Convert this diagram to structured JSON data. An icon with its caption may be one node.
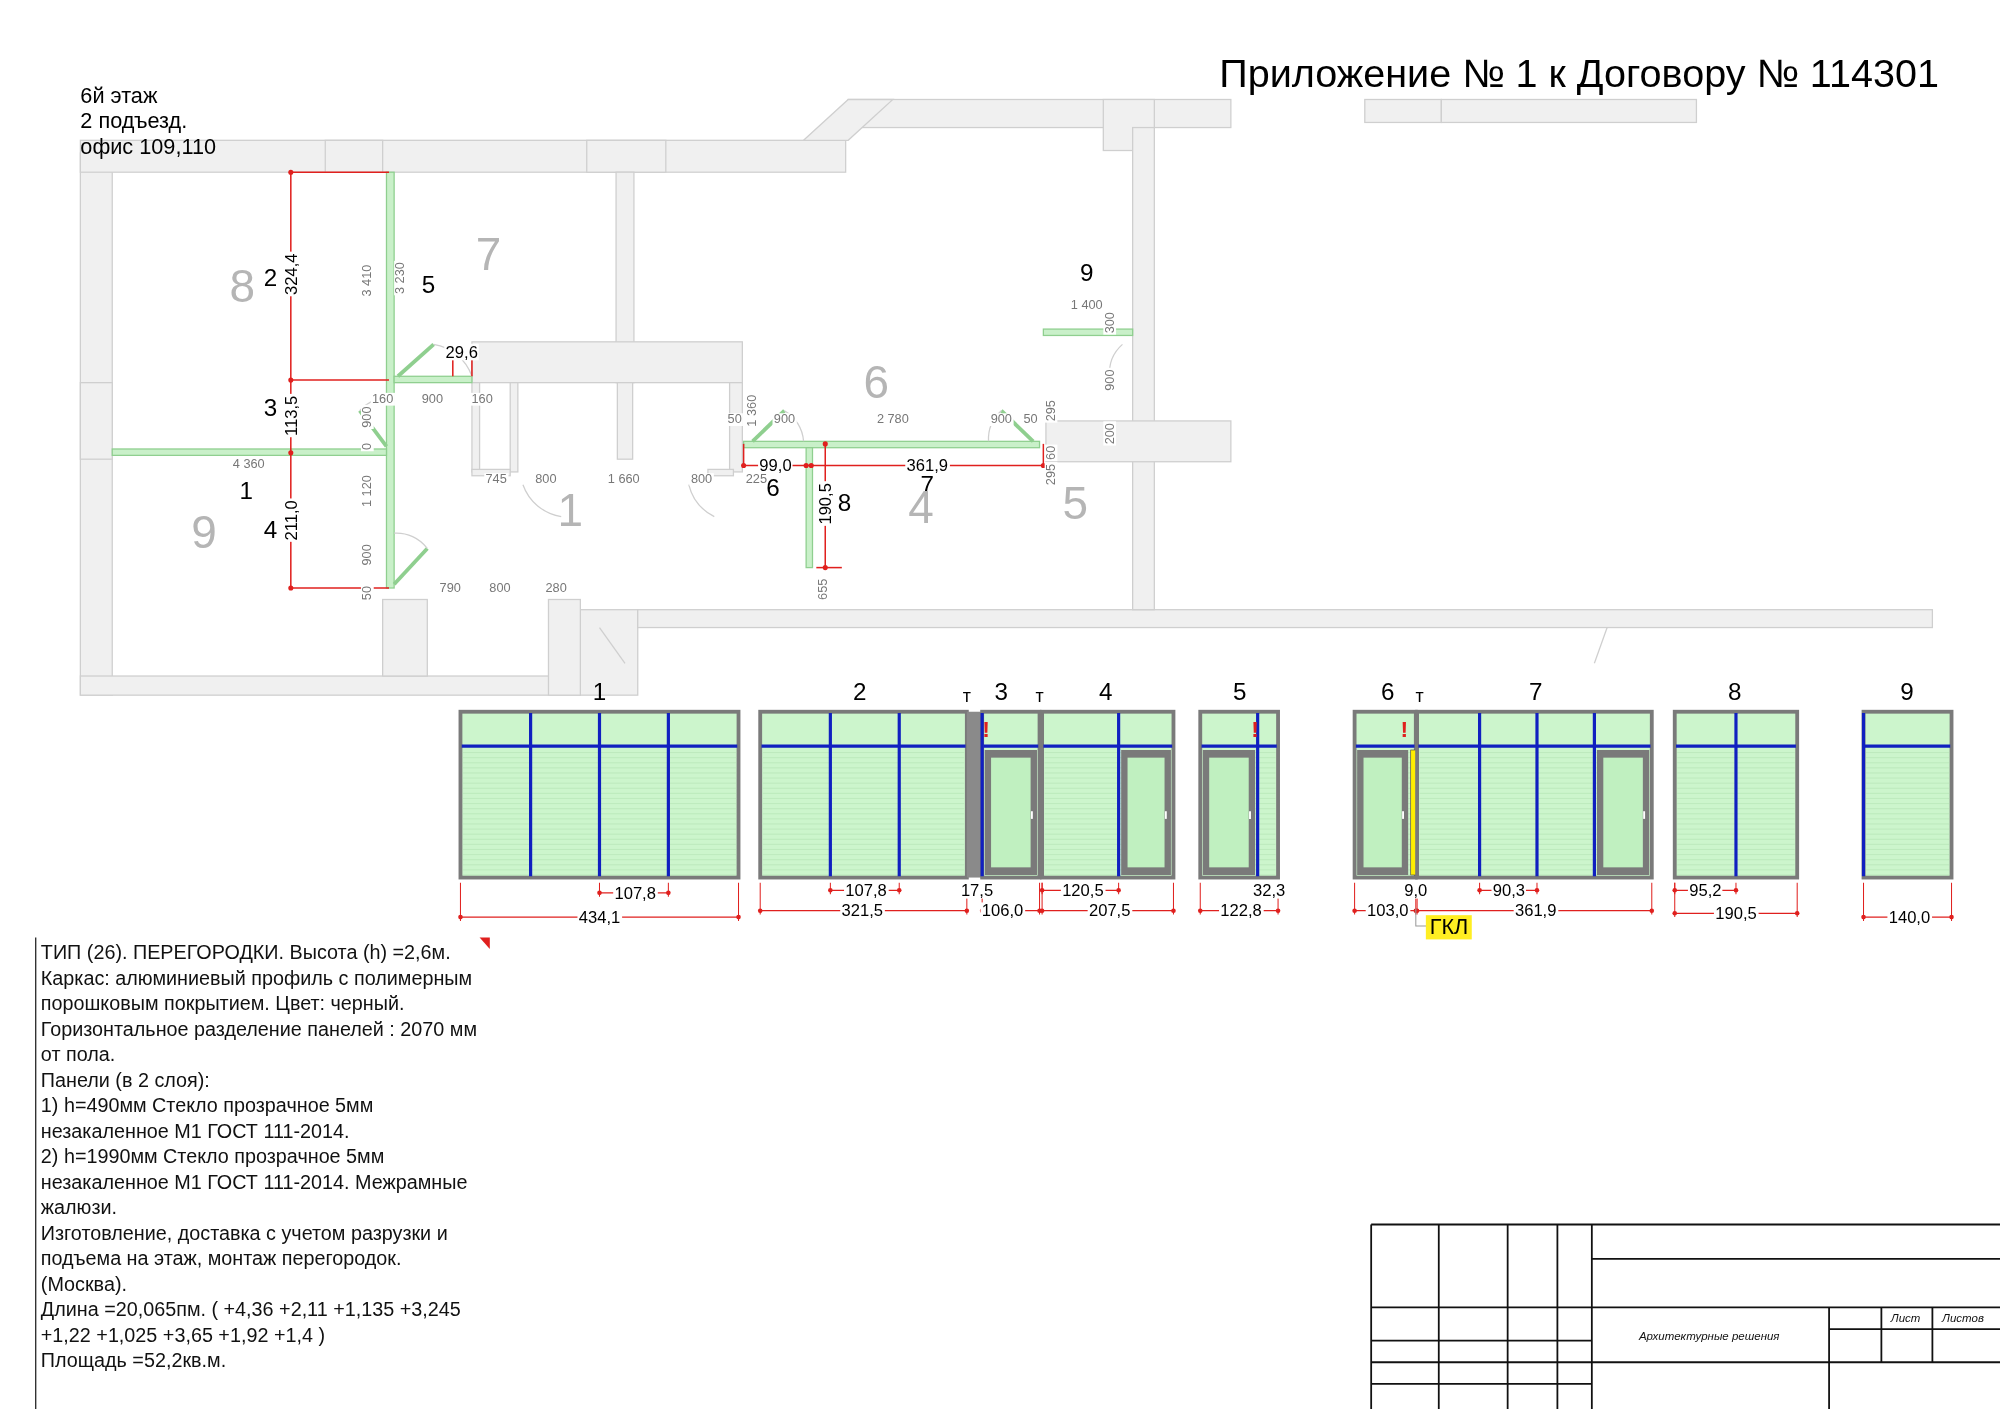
{
  "diagram": {
    "title": "Приложение № 1 к Договору № 114301",
    "labels": [
      "6й этаж",
      "2 подъезд.",
      "офис 109,110",
      "7",
      "8",
      "2",
      "324,4",
      "3 410",
      "3 230",
      "5",
      "9",
      "1 400",
      "300",
      "29,6",
      "900",
      "6",
      "3",
      "113,5",
      "160",
      "900",
      "160",
      "900",
      "50",
      "1 360",
      "900",
      "2 780",
      "900",
      "50",
      "295",
      "200",
      "0",
      "4 360",
      "99,0",
      "361,9",
      "60",
      "745",
      "800",
      "1 660",
      "800",
      "225",
      "6",
      "7",
      "295",
      "1",
      "1 120",
      "190,5",
      "8",
      "1",
      "4",
      "5",
      "9",
      "4",
      "211,0",
      "900",
      "790",
      "800",
      "280",
      "50",
      "655",
      "1",
      "2",
      "т",
      "3",
      "т",
      "4",
      "5",
      "6",
      "т",
      "7",
      "8",
      "9",
      "!",
      "!",
      "!",
      "107,8",
      "107,8",
      "17,5",
      "120,5",
      "32,3",
      "9,0",
      "90,3",
      "95,2",
      "434,1",
      "321,5",
      "106,0",
      "207,5",
      "122,8",
      "103,0",
      "ГКЛ",
      "361,9",
      "190,5",
      "140,0",
      "ТИП (26). ПЕРЕГОРОДКИ. Высота (h) =2,6м.",
      "Каркас: алюминиевый профиль с полимерным порошковым покрытием. Цвет: черный.",
      "Горизонтальное разделение панелей : 2070 мм от пола.",
      "Панели (в 2 слоя):",
      "1) h=490мм Стекло прозрачное 5мм незакаленное М1 ГОСТ 111-2014.",
      "2) h=1990мм Стекло прозрачное 5мм незакаленное М1 ГОСТ 111-2014. Межрамные жалюзи.",
      "Изготовление, доставка с учетом разрузки и подъема на этаж, монтаж перегородок. (Москва).",
      "Длина =20,065пм. ( +4,36 +2,11 +1,135 +3,245 +1,22 +1,025 +3,65 +1,92 +1,4 )",
      "Площадь =52,2кв.м.",
      "Архитектурные решения",
      "Лист",
      "Листов"
    ]
  }
}
